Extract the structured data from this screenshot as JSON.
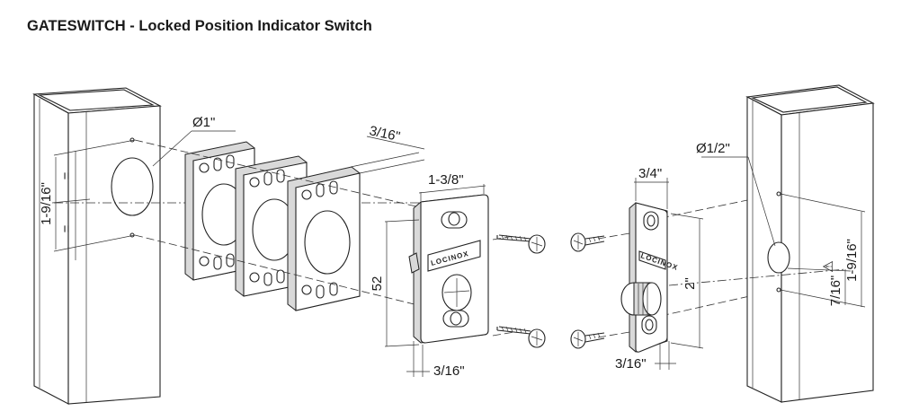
{
  "title": "GATESWITCH - Locked Position Indicator Switch",
  "brand_text": "LOCINOX",
  "dimensions": {
    "post_hole_diameter": "Ø1\"",
    "post_hole_spacing": "1-9/16\"",
    "equal_mark": "=",
    "spacer_thickness": "3/16\"",
    "switch_width": "1-3/8\"",
    "switch_height": "52",
    "switch_depth": "3/16\"",
    "receiver_width": "3/4\"",
    "receiver_height": "2\"",
    "receiver_depth": "3/16\"",
    "receiver_hole_diameter": "Ø1/2\"",
    "receiver_offset": "7/16\"",
    "receiver_hole_spacing": "1-9/16\"",
    "warning_symbol": "⚠"
  }
}
